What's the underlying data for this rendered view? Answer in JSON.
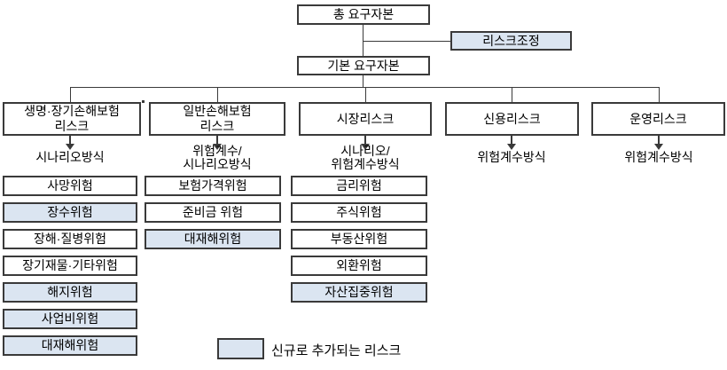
{
  "title_boxes": {
    "total": "총 요구자본",
    "risk_adjustment": "리스크조정",
    "basic": "기본 요구자본"
  },
  "columns": [
    {
      "header_line1": "생명·장기손해보험",
      "header_line2": "리스크",
      "method_line1": "시나리오방식",
      "method_line2": "",
      "items": [
        {
          "label": "사망위험",
          "is_new": false
        },
        {
          "label": "장수위험",
          "is_new": true
        },
        {
          "label": "장해·질병위험",
          "is_new": false
        },
        {
          "label": "장기재물·기타위험",
          "is_new": false
        },
        {
          "label": "해지위험",
          "is_new": true
        },
        {
          "label": "사업비위험",
          "is_new": true
        },
        {
          "label": "대재해위험",
          "is_new": true
        }
      ]
    },
    {
      "header_line1": "일반손해보험",
      "header_line2": "리스크",
      "method_line1": "위험계수/",
      "method_line2": "시나리오방식",
      "items": [
        {
          "label": "보험가격위험",
          "is_new": false
        },
        {
          "label": "준비금 위험",
          "is_new": false
        },
        {
          "label": "대재해위험",
          "is_new": true
        }
      ]
    },
    {
      "header_line1": "시장리스크",
      "header_line2": "",
      "method_line1": "시나리오/",
      "method_line2": "위험계수방식",
      "items": [
        {
          "label": "금리위험",
          "is_new": false
        },
        {
          "label": "주식위험",
          "is_new": false
        },
        {
          "label": "부동산위험",
          "is_new": false
        },
        {
          "label": "외환위험",
          "is_new": false
        },
        {
          "label": "자산집중위험",
          "is_new": true
        }
      ]
    },
    {
      "header_line1": "신용리스크",
      "header_line2": "",
      "method_line1": "위험계수방식",
      "method_line2": "",
      "items": []
    },
    {
      "header_line1": "운영리스크",
      "header_line2": "",
      "method_line1": "위험계수방식",
      "method_line2": "",
      "items": []
    }
  ],
  "legend": {
    "label": "신규로 추가되는 리스크"
  },
  "colors": {
    "highlight_fill": "#dbe5f1",
    "line": "#3a3a3a"
  }
}
